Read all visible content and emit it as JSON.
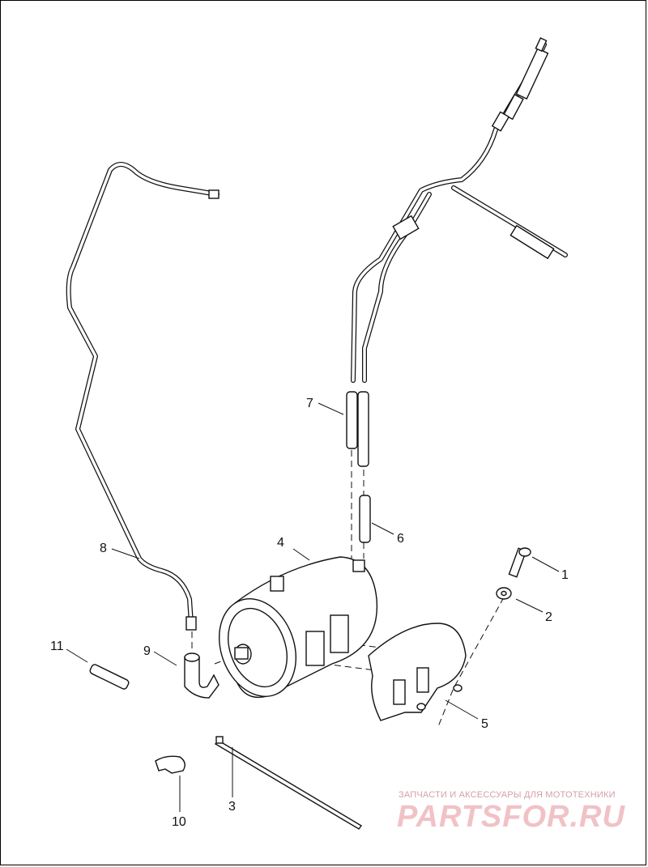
{
  "callouts": {
    "c1": "1",
    "c2": "2",
    "c3": "3",
    "c4": "4",
    "c5": "5",
    "c6": "6",
    "c7": "7",
    "c8": "8",
    "c9": "9",
    "c10": "10",
    "c11": "11"
  },
  "watermark": {
    "tagline": "ЗАПЧАСТИ И АКСЕССУАРЫ ДЛЯ МОТОТЕХНИКИ",
    "logo": "PARTSFOR.RU",
    "colors": {
      "tagline": "#d4a0a6",
      "logo": "#f0c2c6"
    }
  },
  "colors": {
    "ink": "#111111",
    "background": "#ffffff"
  }
}
